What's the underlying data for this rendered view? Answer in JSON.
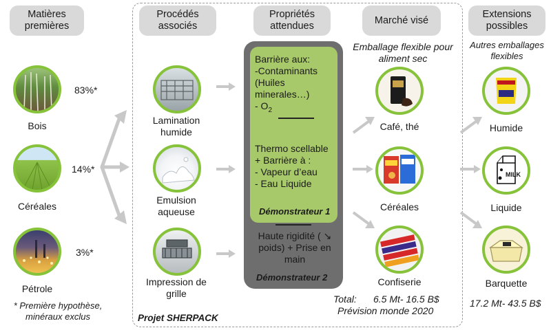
{
  "headers": {
    "raw": "Matières premières",
    "processes": "Procédés associés",
    "properties": "Propriétés attendues",
    "market": "Marché visé",
    "extensions": "Extensions possibles"
  },
  "raw_materials": [
    {
      "label": "Bois",
      "pct": "83%*",
      "icon": "forest-photo"
    },
    {
      "label": "Céréales",
      "pct": "14%*",
      "icon": "wheat-field-photo"
    },
    {
      "label": "Pétrole",
      "pct": "3%*",
      "icon": "refinery-photo"
    }
  ],
  "footnote": "* Première hypothèse, minéraux exclus",
  "processes": [
    {
      "label": "Lamination humide",
      "icon": "lamination-machine-photo"
    },
    {
      "label": "Emulsion aqueuse",
      "icon": "milk-splash-photo"
    },
    {
      "label": "Impression de grille",
      "icon": "grill-press-photo"
    }
  ],
  "project_label": "Projet SHERPACK",
  "properties": {
    "block1_title": "Barrière aux:",
    "block1_lines": [
      "-Contaminants",
      "(Huiles",
      "minerales…)",
      "- O"
    ],
    "o2_subscript": "2",
    "block2_lines": [
      "Thermo scellable",
      "+ Barrière à :",
      "- Vapeur d’eau",
      "- Eau Liquide"
    ],
    "demo1": "Démonstrateur 1",
    "block3_lines": [
      "Haute rigidité ( ↘",
      "poids) + Prise en",
      "main"
    ],
    "demo2": "Démonstrateur 2",
    "colors": {
      "green": "#a8c96a",
      "gray": "#6e6e6e"
    }
  },
  "market": {
    "subtitle": "Emballage flexible pour aliment sec",
    "items": [
      {
        "label": "Café, thé",
        "icon": "coffee-package-icon"
      },
      {
        "label": "Céréales",
        "icon": "cereal-boxes-icon"
      },
      {
        "label": "Confiserie",
        "icon": "candy-bars-icon"
      }
    ],
    "total_label": "Total:",
    "total_value": "6.5 Mt- 16.5 B$",
    "forecast": "Prévision monde 2020"
  },
  "extensions": {
    "subtitle": "Autres emballages flexibles",
    "items": [
      {
        "label": "Humide",
        "icon": "energy-gel-pouch-icon"
      },
      {
        "label": "Liquide",
        "icon": "milk-carton-icon"
      },
      {
        "label": "Barquette",
        "icon": "food-tray-icon"
      }
    ],
    "total": "17.2 Mt- 43.5 B$"
  }
}
